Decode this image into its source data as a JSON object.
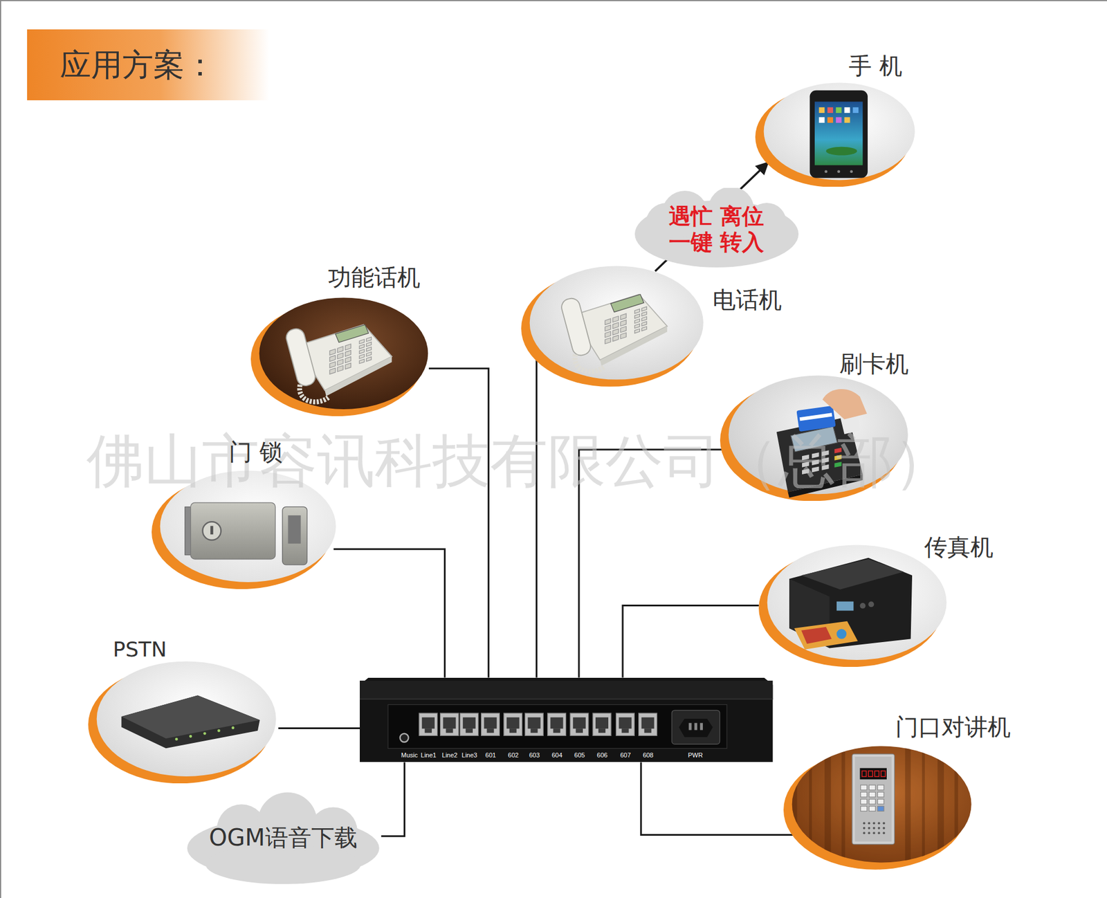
{
  "diagram": {
    "title": "应用方案：",
    "nodes": [
      {
        "text": [
          "手 机"
        ]
      },
      {
        "text": [
          "功能话机"
        ]
      },
      {
        "text": [
          "电话机"
        ]
      },
      {
        "text": [
          "刷卡机"
        ]
      },
      {
        "text": [
          "门 锁"
        ]
      },
      {
        "text": [
          "传真机"
        ]
      },
      {
        "text": [
          "PSTN"
        ]
      },
      {
        "text": [
          "Music",
          "Line1",
          "Line2",
          "Line3",
          "601",
          "602",
          "603",
          "604",
          "605",
          "606",
          "607",
          "608",
          "PWR"
        ]
      },
      {
        "text": [
          "门口对讲机"
        ]
      },
      {
        "text": [
          "OGM语音下载"
        ]
      }
    ],
    "edges": [
      {
        "from": 2,
        "to": 0,
        "arrow": "to",
        "label": "遇忙 离位 一键 转入"
      },
      {
        "from": 4,
        "to": 7,
        "arrow": "none"
      },
      {
        "from": 1,
        "to": 7,
        "arrow": "none"
      },
      {
        "from": 2,
        "to": 7,
        "arrow": "none"
      },
      {
        "from": 3,
        "to": 7,
        "arrow": "none"
      },
      {
        "from": 5,
        "to": 7,
        "arrow": "none"
      },
      {
        "from": 6,
        "to": 7,
        "arrow": "none"
      },
      {
        "from": 7,
        "to": 8,
        "arrow": "none"
      },
      {
        "from": 7,
        "to": 9,
        "arrow": "none"
      }
    ],
    "labels": [
      "佛山市容讯科技有限公司（总部）"
    ]
  }
}
